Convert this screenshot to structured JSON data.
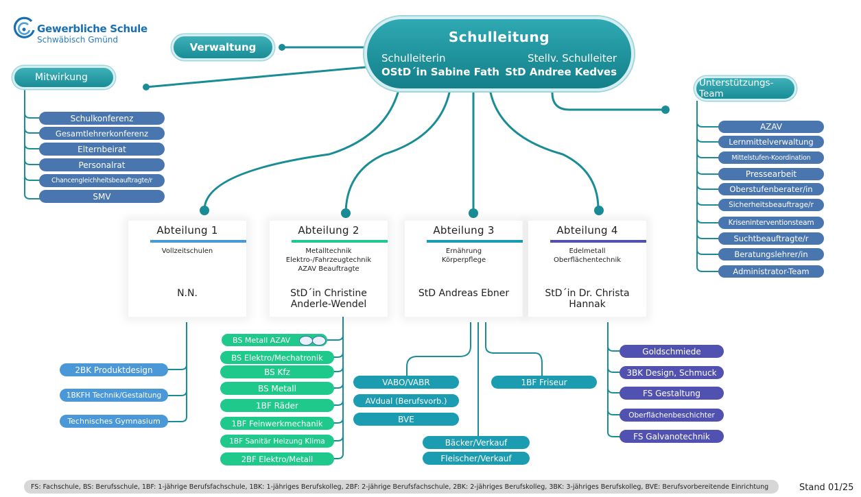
{
  "logo": {
    "name": "Gewerbliche Schule",
    "city": "Schwäbisch Gmünd"
  },
  "head": {
    "title": "Schulleitung",
    "left_role": "Schulleiterin",
    "left_name": "OStD´in Sabine Fath",
    "right_role": "Stellv. Schulleiter",
    "right_name": "StD Andree Kedves"
  },
  "verwaltung": "Verwaltung",
  "mitwirkung": {
    "label": "Mitwirkung",
    "items": [
      "Schulkonferenz",
      "Gesamtlehrerkonferenz",
      "Elternbeirat",
      "Personalrat",
      "Chancengleichheitsbeauftragte/r",
      "SMV"
    ]
  },
  "unterstuetzung": {
    "label": "Unterstützungs-Team",
    "items": [
      "AZAV",
      "Lernmittelverwaltung",
      "Mittelstufen-Koordination",
      "Pressearbeit",
      "Oberstufenberater/in",
      "Sicherheitsbeauftrage/r",
      "Krisenintervention­steam",
      "Suchtbeauftragte/r",
      "Beratungslehrer/in",
      "Administrator-Team"
    ]
  },
  "departments": [
    {
      "title": "Abteilung 1",
      "desc": [
        "Vollzeitschulen"
      ],
      "head": [
        "N.N."
      ],
      "color": "#4a98d8"
    },
    {
      "title": "Abteilung 2",
      "desc": [
        "Metalltechnik",
        "Elektro-/Fahrzeugtechnik",
        "AZAV Beauftragte"
      ],
      "head": [
        "StD´in Christine",
        "Anderle-Wendel"
      ],
      "color": "#1fc98c"
    },
    {
      "title": "Abteilung 3",
      "desc": [
        "Ernährung",
        "Körperpflege"
      ],
      "head": [
        "StD Andreas Ebner"
      ],
      "color": "#1b9cb0"
    },
    {
      "title": "Abteilung 4",
      "desc": [
        "Edelmetall",
        "Oberflächentechnik"
      ],
      "head": [
        "StD´in Dr. Christa",
        "Hannak"
      ],
      "color": "#5151b2"
    }
  ],
  "dept1_items": [
    "2BK Produktdesign",
    "1BKFH Technik/Gestaltung",
    "Technisches Gymnasium"
  ],
  "dept2_items": [
    "BS Metall AZAV",
    "BS Elektro/Mechatronik",
    "BS Kfz",
    "BS Metall",
    "1BF Räder",
    "1BF Feinwerkmechanik",
    "1BF Sanitär Heizung Klima",
    "2BF Elektro/Metall"
  ],
  "dept3_left_items": [
    "VABO/VABR",
    "AVdual (Berufsvorb.)",
    "BVE"
  ],
  "dept3_right_items": [
    "1BF Friseur"
  ],
  "dept3_bottom_items": [
    "Bäcker/Verkauf",
    "Fleischer/Verkauf"
  ],
  "dept4_items": [
    "Goldschmiede",
    "3BK Design, Schmuck",
    "FS Gestaltung",
    "Oberflächenbeschichter",
    "FS Galvanotechnik"
  ],
  "footer": "FS: Fachschule, BS: Berufsschule, 1BF: 1-jährige Berufsfachschule, 1BK: 1-jähriges Berufskolleg, 2BF: 2-jährige Berufsfachschule, 2BK: 2-jähriges Berufskolleg, 3BK: 3-jähriges Berufskolleg, BVE: Berufsvorbereitende Einrichtung",
  "stand": "Stand 01/25",
  "colors": {
    "teal": "#1a8c96",
    "line": "#1a8c96"
  }
}
